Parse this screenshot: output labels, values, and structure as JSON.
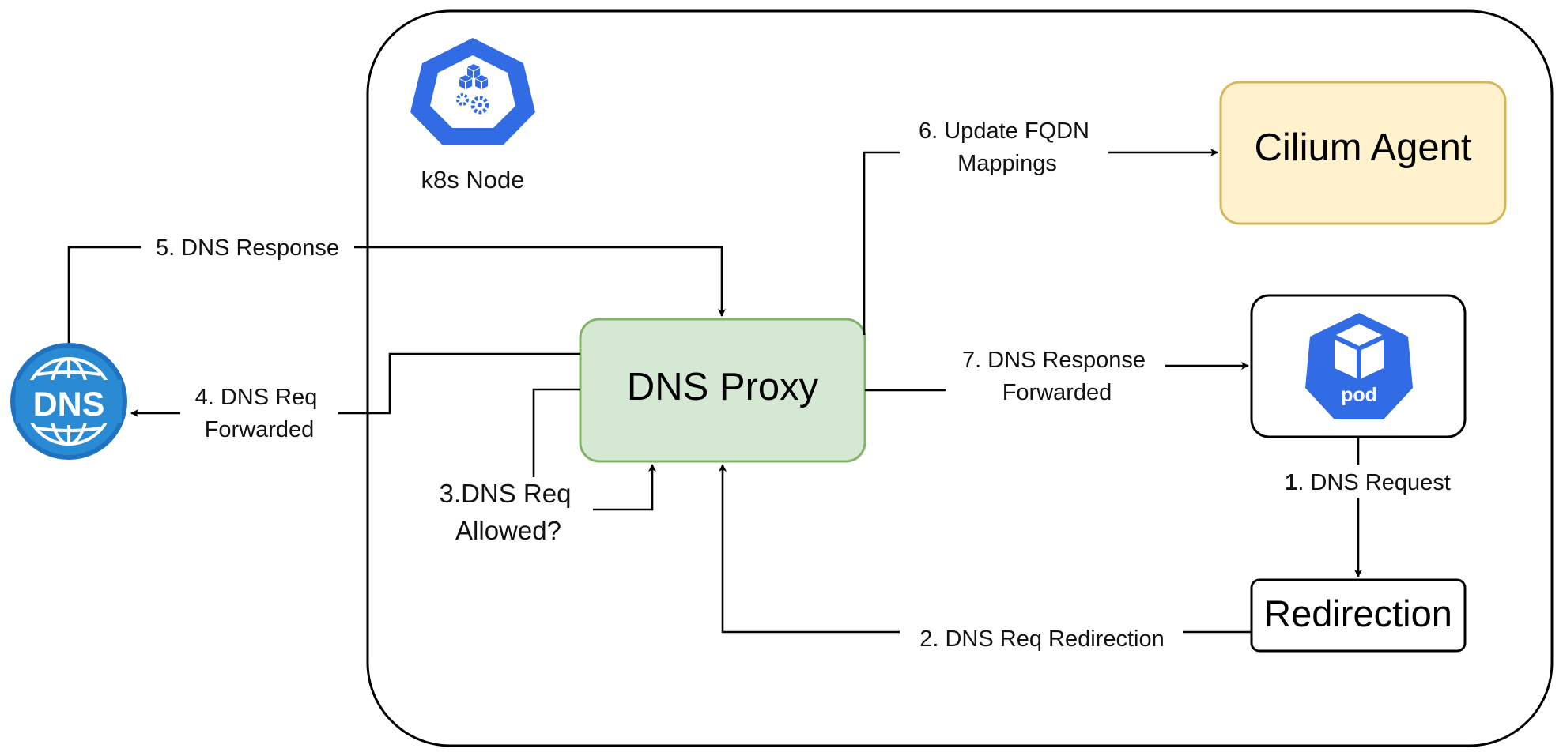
{
  "node": {
    "label": "k8s Node"
  },
  "boxes": {
    "dns_proxy": "DNS Proxy",
    "cilium_agent": "Cilium Agent",
    "redirection": "Redirection",
    "pod": "pod",
    "dns_server": "DNS"
  },
  "edges": {
    "e1_num": "1",
    "e1_rest": ". DNS Request",
    "e2": "2. DNS Req Redirection",
    "e3_line1": "3.DNS Req",
    "e3_line2": "Allowed?",
    "e4_line1": "4. DNS Req",
    "e4_line2": "Forwarded",
    "e5": "5. DNS Response",
    "e6_line1": "6. Update FQDN",
    "e6_line2": "Mappings",
    "e7_line1": "7. DNS Response",
    "e7_line2": "Forwarded"
  },
  "colors": {
    "k8s_blue": "#326ce5",
    "dns_blue": "#2a8ad4",
    "proxy_fill": "#d5e8d4",
    "proxy_stroke": "#82b366",
    "agent_fill": "#fff2cc",
    "agent_stroke": "#d6b656"
  }
}
